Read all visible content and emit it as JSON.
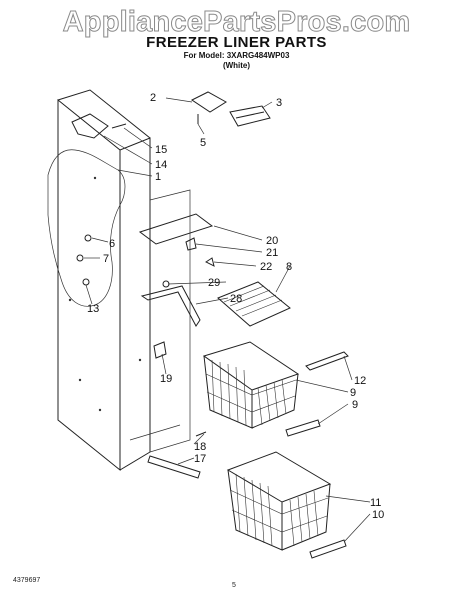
{
  "watermark": "AppliancePartsPros.com",
  "title": "FREEZER LINER PARTS",
  "model_line": "For Model: 3XARG484WP03",
  "color_line": "(White)",
  "footer_code": "4379697",
  "page_number": "5",
  "callouts": [
    "1",
    "2",
    "3",
    "5",
    "6",
    "7",
    "8",
    "9",
    "9",
    "10",
    "11",
    "12",
    "13",
    "14",
    "15",
    "17",
    "18",
    "19",
    "20",
    "21",
    "22",
    "28",
    "29"
  ]
}
